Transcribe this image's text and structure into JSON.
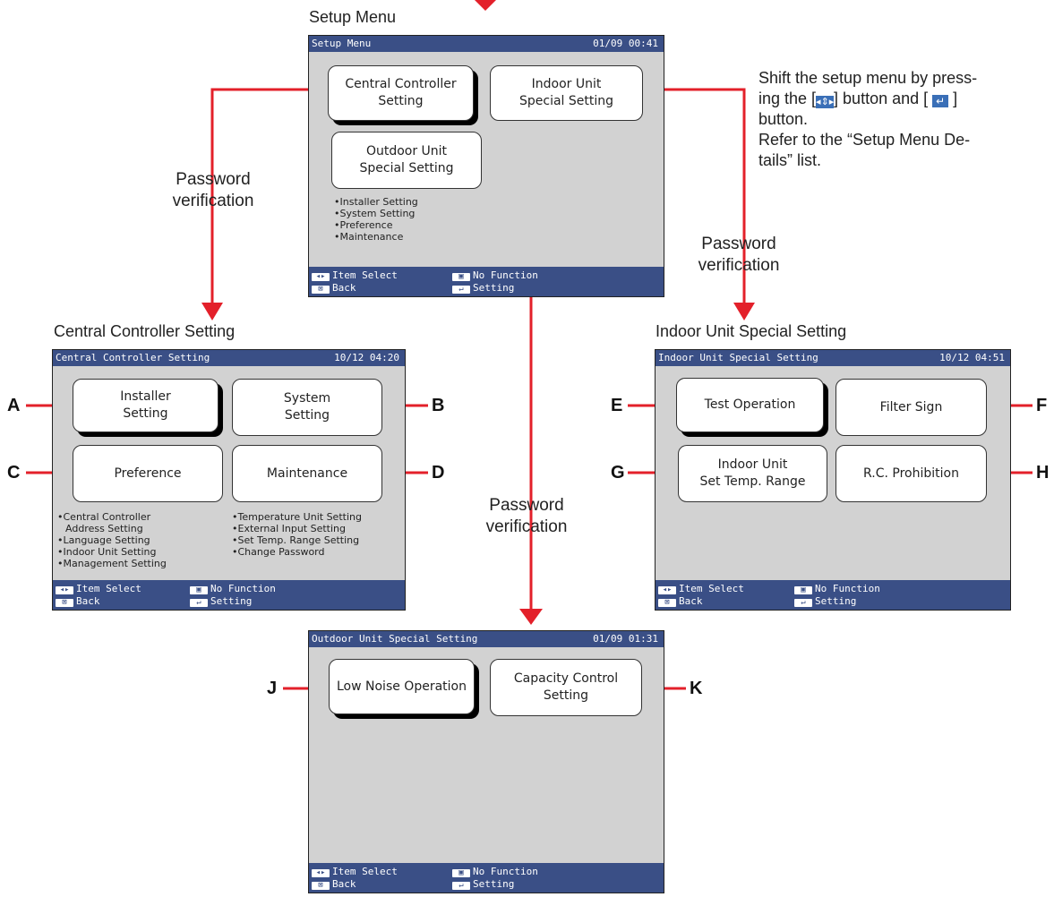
{
  "setup_menu": {
    "caption": "Setup Menu",
    "title": "Setup Menu",
    "time": "01/09 00:41",
    "buttons": [
      "Central Controller\nSetting",
      "Indoor Unit\nSpecial Setting",
      "Outdoor Unit\nSpecial Setting"
    ],
    "list": [
      "Installer Setting",
      "System Setting",
      "Preference",
      "Maintenance"
    ]
  },
  "central": {
    "caption": "Central Controller Setting",
    "title": "Central Controller Setting",
    "time": "10/12 04:20",
    "buttons": [
      "Installer\nSetting",
      "System\nSetting",
      "Preference",
      "Maintenance"
    ],
    "list_left": [
      "Central Controller",
      "Address Setting",
      "Language Setting",
      "Indoor Unit Setting",
      "Management Setting"
    ],
    "list_right": [
      "Temperature Unit Setting",
      "External Input Setting",
      "Set Temp. Range Setting",
      "Change Password"
    ]
  },
  "indoor": {
    "caption": "Indoor Unit Special Setting",
    "title": "Indoor Unit Special Setting",
    "time": "10/12 04:51",
    "buttons": [
      "Test Operation",
      "Filter Sign",
      "Indoor Unit\nSet Temp. Range",
      "R.C. Prohibition"
    ]
  },
  "outdoor": {
    "title": "Outdoor Unit Special Setting",
    "time": "01/09 01:31",
    "buttons": [
      "Low Noise Operation",
      "Capacity Control\nSetting"
    ]
  },
  "footer": {
    "item_select": "Item Select",
    "back": "Back",
    "no_function": "No Function",
    "setting": "Setting"
  },
  "labels": {
    "password_line1": "Password",
    "password_line2": "verification",
    "letters": [
      "A",
      "B",
      "C",
      "D",
      "E",
      "F",
      "G",
      "H",
      "J",
      "K"
    ]
  },
  "note": {
    "line1": "Shift the setup menu by press-",
    "line2_a": "ing the [",
    "line2_b": "] button and [ ",
    "line2_c": " ]",
    "line3": "button.",
    "line4": "Refer to the “Setup Menu De-",
    "line5": "tails” list."
  },
  "colors": {
    "arrow": "#e3202a",
    "bar": "#3a4f86",
    "screen_bg": "#d2d2d2"
  }
}
